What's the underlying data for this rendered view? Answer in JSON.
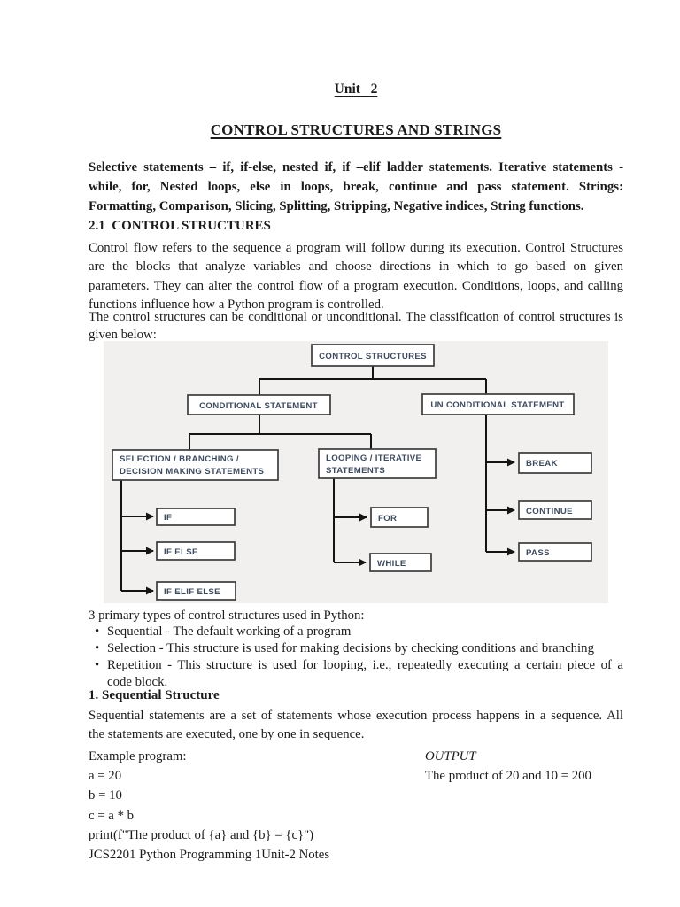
{
  "colors": {
    "page_bg": "#ffffff",
    "text": "#1b1b1b",
    "diagram_panel_bg": "#f1f0ee",
    "diagram_box_fill": "#ffffff",
    "diagram_box_border": "#3c3c3c",
    "diagram_label": "#3e4b5e",
    "diagram_line": "#141414"
  },
  "doc": {
    "unit_title": "Unit   2",
    "main_title": "CONTROL STRUCTURES AND STRINGS",
    "syllabus_lines": [
      "Selective statements – if, if-else, nested if, if –elif ladder statements. Iterative statements -",
      "while, for, Nested loops, else in loops, break, continue and pass statement. Strings:",
      "Formatting, Comparison, Slicing, Splitting, Stripping, Negative indices, String functions."
    ],
    "section_heading": "2.1  CONTROL STRUCTURES",
    "para1_lines": [
      "Control flow refers to the sequence a program will follow during its execution. Control Structures",
      "are the blocks that analyze variables and choose directions in which to go based on given",
      "parameters. They can alter the control flow of a program execution. Conditions, loops, and calling",
      "functions influence how a Python program is controlled."
    ],
    "para2_lines": [
      "The control structures can be conditional or unconditional. The classification of control structures is",
      "given below:"
    ],
    "types_intro": "3 primary types of control structures used in Python:",
    "bullets": [
      [
        "Sequential - The default working of a program"
      ],
      [
        "Selection - This structure is used for making decisions by checking conditions and branching"
      ],
      [
        "Repetition - This structure is used for looping, i.e., repeatedly executing a certain piece of a",
        "code block."
      ]
    ],
    "seq_heading": "1. Sequential Structure",
    "seq_para_lines": [
      "Sequential statements are a set of statements whose execution process happens in a sequence. All",
      "the statements are executed, one by one in sequence."
    ],
    "example_label": "Example program:",
    "code_lines": [
      "a = 20",
      "b = 10",
      "c = a * b",
      "print(f\"The product of {a} and {b} = {c}\")"
    ],
    "output_label": "OUTPUT",
    "output_value": "The product of 20 and 10 = 200",
    "footer": "JCS2201 Python Programming 1Unit-2 Notes"
  },
  "diagram": {
    "nodes": {
      "root": "CONTROL STRUCTURES",
      "conditional": "CONDITIONAL STATEMENT",
      "unconditional": "UN CONDITIONAL STATEMENT",
      "selection_line1": "SELECTION / BRANCHING /",
      "selection_line2": "DECISION MAKING STATEMENTS",
      "looping_line1": "LOOPING / ITERATIVE",
      "looping_line2": "STATEMENTS",
      "if": "IF",
      "if_else": "IF ELSE",
      "if_elif_else": "IF ELIF ELSE",
      "for": "FOR",
      "while": "WHILE",
      "break": "BREAK",
      "continue": "CONTINUE",
      "pass": "PASS"
    }
  }
}
